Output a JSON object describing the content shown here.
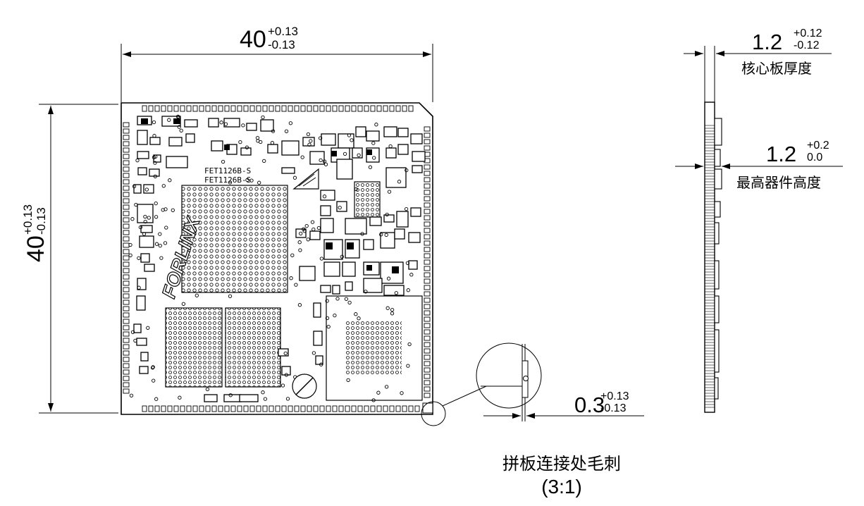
{
  "colors": {
    "line": "#000000",
    "background": "#ffffff"
  },
  "board": {
    "silkscreen_model": "FET1126B-S",
    "logo_text": "FORLINX"
  },
  "dimensions": {
    "width": {
      "base": "40",
      "upper": "+0.13",
      "lower": "-0.13"
    },
    "height": {
      "base": "40",
      "upper": "+0.13",
      "lower": "-0.13"
    },
    "board_thickness": {
      "base": "1.2",
      "upper": "+0.12",
      "lower": "-0.12",
      "label": "核心板厚度"
    },
    "max_component_height": {
      "base": "1.2",
      "upper": "+0.2",
      "lower": "0.0",
      "label": "最高器件高度"
    },
    "burr": {
      "base": "0.3",
      "upper": "+0.13",
      "lower": "-0.13"
    }
  },
  "detail": {
    "label": "拼板连接处毛刺",
    "scale": "(3:1)"
  }
}
